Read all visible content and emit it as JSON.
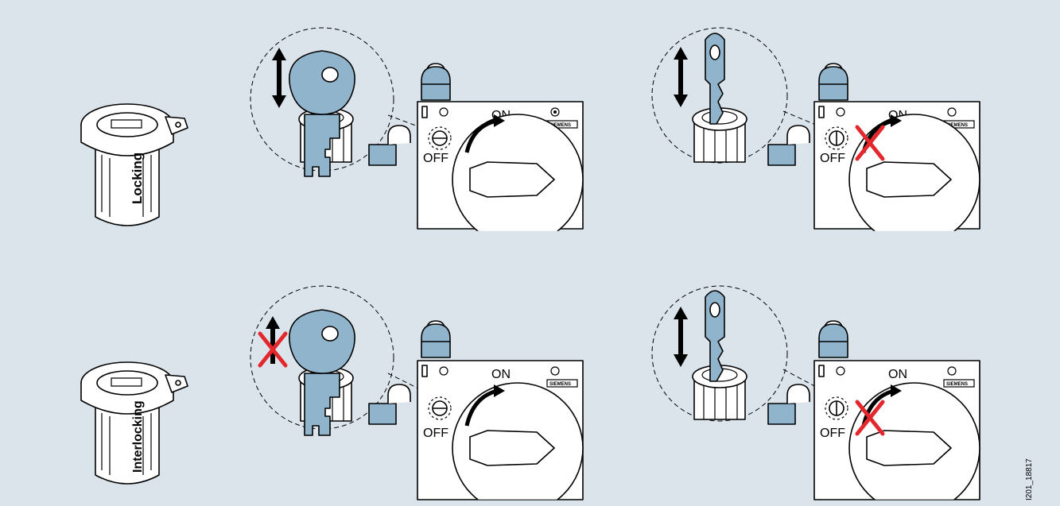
{
  "figure_id": "I201_18817",
  "brand": "SIEMENS",
  "switch_labels": {
    "on": "ON",
    "off": "OFF"
  },
  "inserts": [
    {
      "label": "Locking"
    },
    {
      "label": "Interlocking"
    }
  ],
  "scenarios": [
    {
      "row": "locking",
      "key": "double-bit",
      "key_removable": true,
      "handle_can_turn": true
    },
    {
      "row": "locking",
      "key": "flat",
      "key_removable": true,
      "handle_can_turn": false
    },
    {
      "row": "interlocking",
      "key": "double-bit",
      "key_removable": false,
      "handle_can_turn": true
    },
    {
      "row": "interlocking",
      "key": "flat",
      "key_removable": true,
      "handle_can_turn": false
    }
  ],
  "colors": {
    "background": "#dbe4eb",
    "key_blue": "#8fb4cc",
    "blocked_red": "#e3272d",
    "outline": "#000000"
  }
}
